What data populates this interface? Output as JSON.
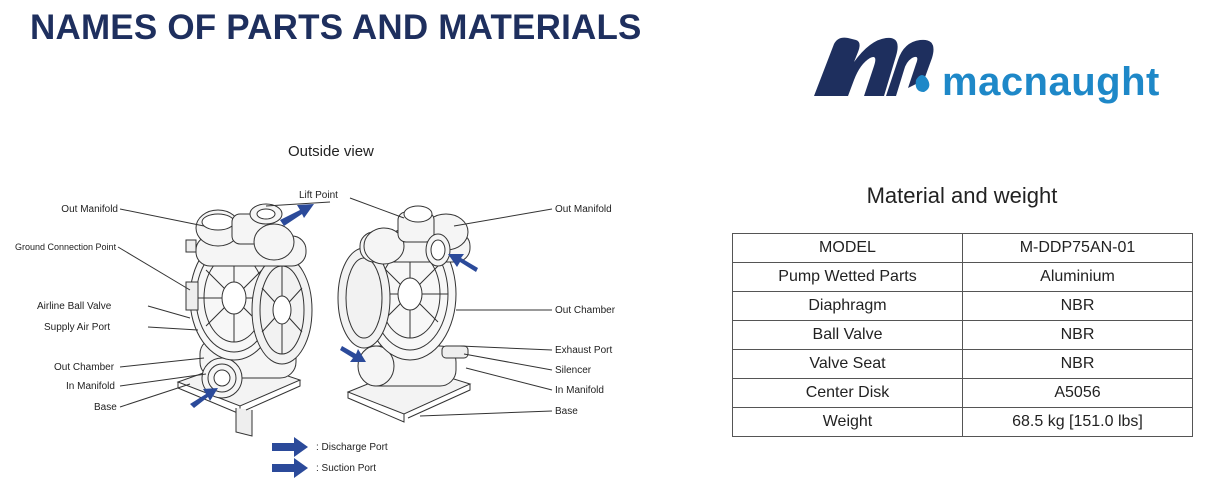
{
  "page": {
    "title": "NAMES OF PARTS AND MATERIALS"
  },
  "brand": {
    "name": "macnaught",
    "primary_color": "#1e2f5e",
    "accent_color": "#1e88c8"
  },
  "diagram": {
    "view_title": "Outside view",
    "left_labels": {
      "out_manifold": "Out Manifold",
      "ground_connection_point": "Ground Connection Point",
      "airline_ball_valve": "Airline Ball Valve",
      "supply_air_port": "Supply Air Port",
      "out_chamber": "Out Chamber",
      "in_manifold": "In Manifold",
      "base": "Base"
    },
    "top_label": "Lift Point",
    "right_labels": {
      "out_manifold": "Out Manifold",
      "out_chamber": "Out Chamber",
      "exhaust_port": "Exhaust Port",
      "silencer": "Silencer",
      "in_manifold": "In Manifold",
      "base": "Base"
    },
    "legend": [
      {
        "label": ": Discharge Port",
        "icon": "arrow-right-icon"
      },
      {
        "label": ": Suction Port",
        "icon": "arrow-right-icon"
      }
    ],
    "arrow_color": "#2b4a9a"
  },
  "materials": {
    "title": "Material and weight",
    "rows": [
      {
        "key": "MODEL",
        "value": "M-DDP75AN-01"
      },
      {
        "key": "Pump Wetted Parts",
        "value": "Aluminium"
      },
      {
        "key": "Diaphragm",
        "value": "NBR"
      },
      {
        "key": "Ball Valve",
        "value": "NBR"
      },
      {
        "key": "Valve Seat",
        "value": "NBR"
      },
      {
        "key": "Center Disk",
        "value": "A5056"
      },
      {
        "key": "Weight",
        "value": "68.5 kg [151.0 lbs]"
      }
    ]
  }
}
